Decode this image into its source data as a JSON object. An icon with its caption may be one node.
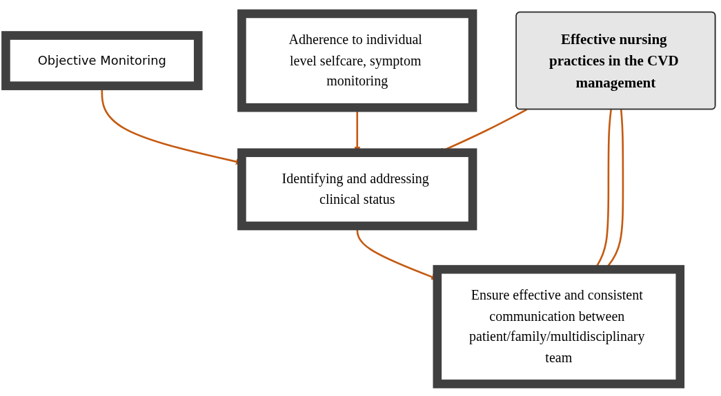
{
  "diagram": {
    "nodes": [
      {
        "text": [
          "Effective nursing practices in the CVD management"
        ]
      },
      {
        "text": [
          "Objective Monitoring"
        ]
      },
      {
        "text": [
          "Identifying and addressing clinical status"
        ]
      },
      {
        "text": [
          "Adherence to individual level selfcare, symptom monitoring"
        ]
      },
      {
        "text": [
          "Ensure effective and consistent communication between patient/family/multidisciplinary team"
        ]
      }
    ],
    "edges": [
      {
        "from": 0,
        "to": 2,
        "arrow": "to"
      },
      {
        "from": 1,
        "to": 2,
        "arrow": "to"
      },
      {
        "from": 3,
        "to": 2,
        "arrow": "to"
      },
      {
        "from": 2,
        "to": 4,
        "arrow": "to"
      },
      {
        "from": 0,
        "to": 4,
        "arrow": "none"
      },
      {
        "from": 0,
        "to": 4,
        "arrow": "none"
      }
    ]
  }
}
